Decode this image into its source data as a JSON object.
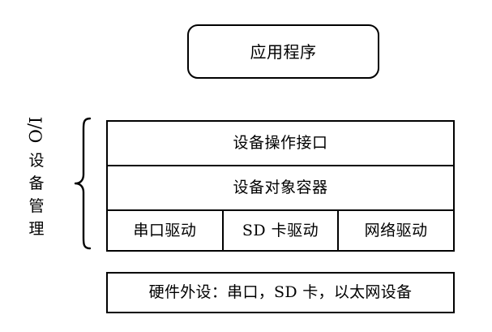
{
  "diagram": {
    "title_box": {
      "label": "应用程序",
      "shape": "rounded-rectangle"
    },
    "group_label": {
      "io_text": "I/O",
      "cjk_chars": [
        "设",
        "备",
        "管",
        "理"
      ],
      "full_text": "I/O 设备管理"
    },
    "brace": {
      "name": "left-curly-brace"
    },
    "stack": {
      "rows": [
        {
          "label": "设备操作接口"
        },
        {
          "label": "设备对象容器"
        }
      ],
      "drivers": [
        {
          "label": "串口驱动"
        },
        {
          "label": "SD 卡驱动"
        },
        {
          "label": "网络驱动"
        }
      ]
    },
    "hardware_box": {
      "label": "硬件外设：串口，SD 卡，以太网设备"
    },
    "colors": {
      "stroke": "#000000",
      "background": "#ffffff",
      "text": "#000000"
    }
  }
}
